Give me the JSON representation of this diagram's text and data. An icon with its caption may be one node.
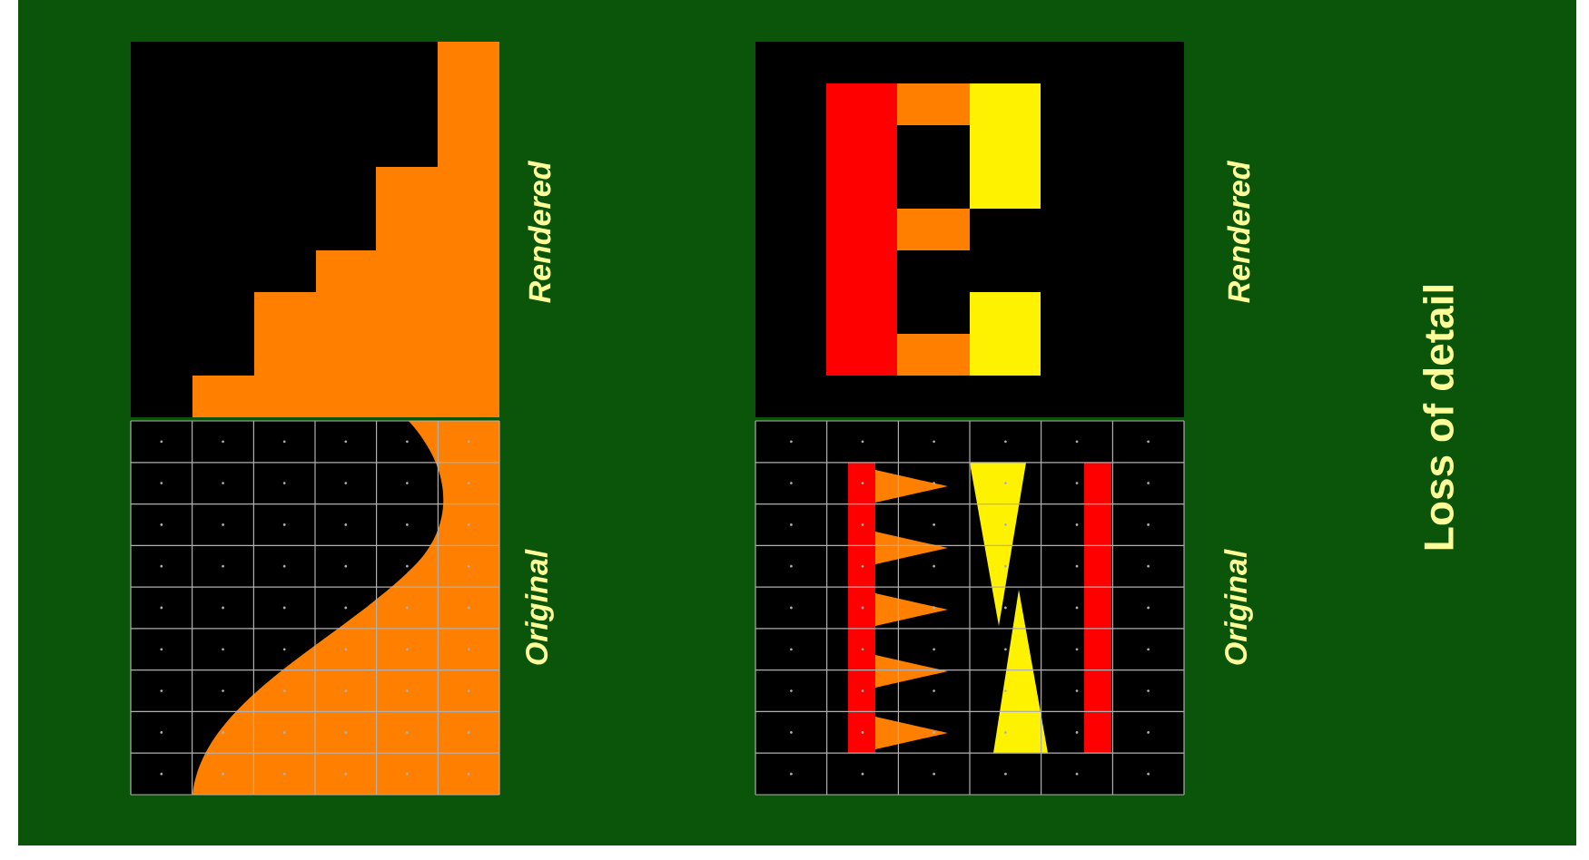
{
  "diagram": {
    "title": "Loss of detail",
    "labels": [
      "Rendered",
      "Original",
      "Rendered",
      "Original"
    ]
  }
}
